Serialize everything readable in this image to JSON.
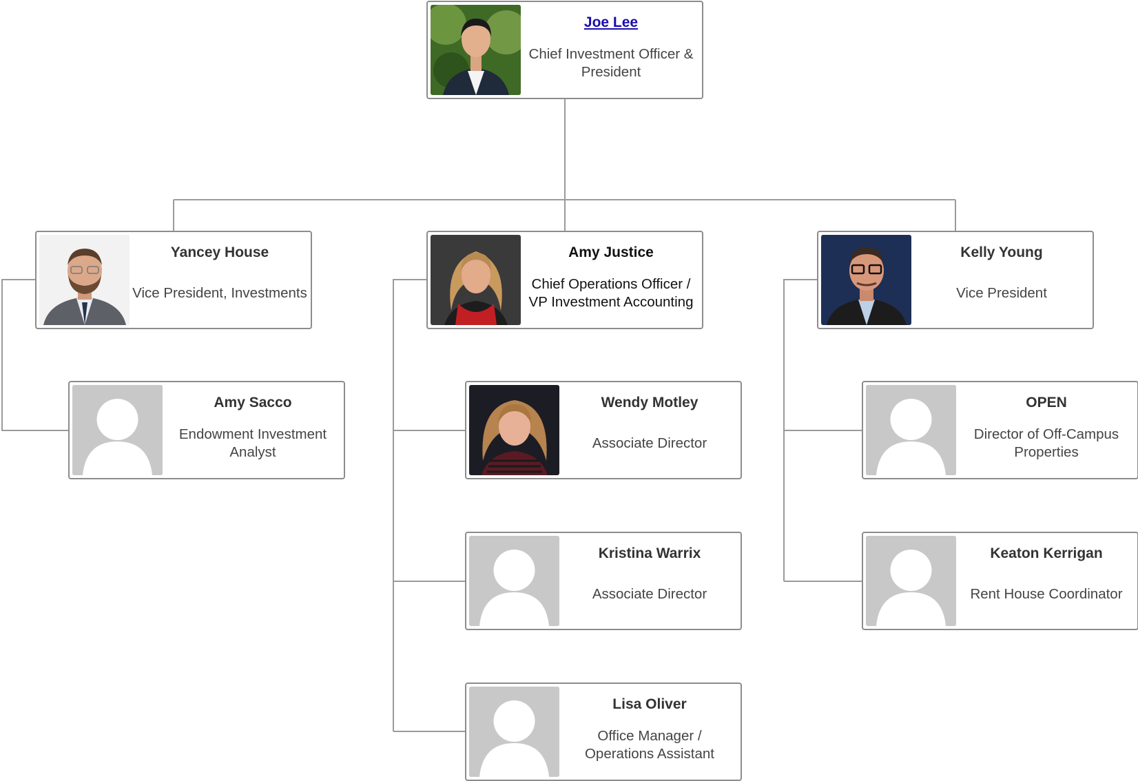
{
  "chart": {
    "people": [
      {
        "id": "joe",
        "name": "Joe Lee",
        "title": "Chief Investment Officer & President",
        "photo": "photo-man-asian-suit",
        "link": true
      },
      {
        "id": "yancey",
        "name": "Yancey House",
        "title": "Vice President, Investments",
        "photo": "photo-man-beard-glasses"
      },
      {
        "id": "amyj",
        "name": "Amy Justice",
        "title": "Chief Operations Officer / VP Investment Accounting",
        "photo": "photo-woman-blonde-red-scarf",
        "dark": true
      },
      {
        "id": "kelly",
        "name": "Kelly Young",
        "title": "Vice President",
        "photo": "photo-man-glasses-dark-bg"
      },
      {
        "id": "amys",
        "name": "Amy Sacco",
        "title": "Endowment Investment Analyst",
        "photo": "placeholder-avatar"
      },
      {
        "id": "wendy",
        "name": "Wendy Motley",
        "title": "Associate Director",
        "photo": "photo-woman-blonde-dark-bg"
      },
      {
        "id": "kristina",
        "name": "Kristina Warrix",
        "title": "Associate Director",
        "photo": "placeholder-avatar"
      },
      {
        "id": "lisa",
        "name": "Lisa Oliver",
        "title": "Office Manager / Operations Assistant",
        "photo": "placeholder-avatar"
      },
      {
        "id": "open",
        "name": "OPEN",
        "title": "Director of Off-Campus Properties",
        "photo": "placeholder-avatar"
      },
      {
        "id": "keaton",
        "name": "Keaton Kerrigan",
        "title": "Rent House Coordinator",
        "photo": "placeholder-avatar"
      }
    ],
    "reports": [
      [
        "joe",
        "yancey"
      ],
      [
        "joe",
        "amyj"
      ],
      [
        "joe",
        "kelly"
      ],
      [
        "yancey",
        "amys"
      ],
      [
        "amyj",
        "wendy"
      ],
      [
        "amyj",
        "kristina"
      ],
      [
        "amyj",
        "lisa"
      ],
      [
        "kelly",
        "open"
      ],
      [
        "kelly",
        "keaton"
      ]
    ],
    "colors": {
      "border": "#8c8c8c",
      "connector": "#9a9a9a",
      "link": "#1a0dab",
      "placeholder_bg": "#c8c8c8"
    }
  }
}
